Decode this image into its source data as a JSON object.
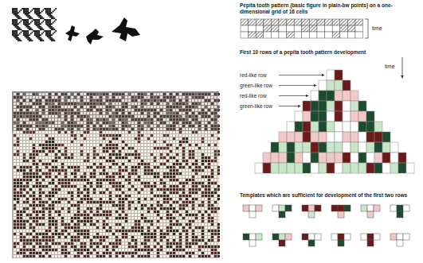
{
  "diagram": {
    "labels": [
      "Pepita tooth pattern (basic figure in plain-bw points) on a one-dimensional grid of 16 cells",
      "time",
      "First 10 rows of a pepita tooth pattern development",
      "red-like row",
      "green-like row",
      "red-like row",
      "green-like row",
      "time",
      "Templates which are sufficient for development of the first two rows"
    ]
  }
}
